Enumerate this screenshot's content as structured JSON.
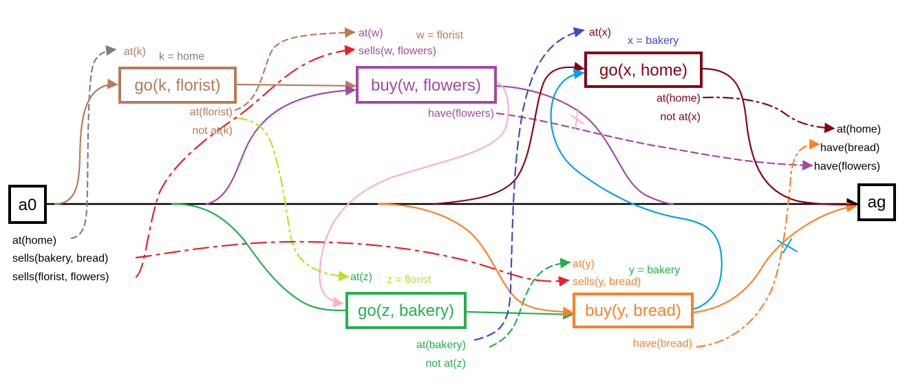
{
  "colors": {
    "black": "#000000",
    "brown": "#b97a57",
    "purple": "#a349a4",
    "darkred": "#880015",
    "green": "#22b14c",
    "orange": "#ff7f27",
    "red": "#ed1c24",
    "blue": "#3f48cc",
    "cyan": "#00a2e8",
    "pink": "#ffaec9",
    "lime": "#b5e61d",
    "gray": "#7f7f7f"
  },
  "nodes": {
    "a0": "a0",
    "ag": "ag",
    "go_k": "go(k, florist)",
    "buy_w": "buy(w, flowers)",
    "go_x": "go(x, home)",
    "go_z": "go(z, bakery)",
    "buy_y": "buy(y, bread)"
  },
  "a0_effects": [
    "at(home)",
    "sells(bakery, bread)",
    "sells(florist, flowers)"
  ],
  "ag_preconditions": [
    "at(home)",
    "have(bread)",
    "have(flowers)"
  ],
  "go_k": {
    "precondition": "at(k)",
    "binding": "k = home",
    "effects": [
      "at(florist)",
      "not at(k)"
    ]
  },
  "buy_w": {
    "preconditions": [
      "at(w)",
      "sells(w, flowers)"
    ],
    "binding": "w = florist",
    "effects": [
      "have(flowers)"
    ]
  },
  "go_x": {
    "precondition": "at(x)",
    "binding": "x = bakery",
    "effects": [
      "at(home)",
      "not at(x)"
    ]
  },
  "go_z": {
    "precondition": "at(z)",
    "binding": "z = florist",
    "effects": [
      "at(bakery)",
      "not at(z)"
    ]
  },
  "buy_y": {
    "preconditions": [
      "at(y)",
      "sells(y, bread)"
    ],
    "binding": "y = bakery",
    "effects": [
      "have(bread)"
    ]
  }
}
